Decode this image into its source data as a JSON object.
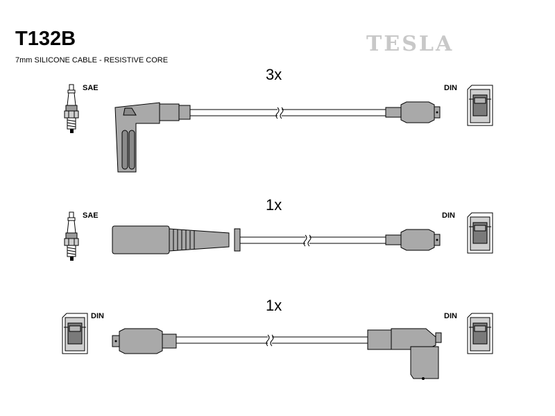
{
  "header": {
    "part_number": "T132B",
    "cable_spec": "7mm SILICONE CABLE - RESISTIVE CORE",
    "brand": "TESLA"
  },
  "leads": [
    {
      "quantity": "3x",
      "left_connector": "SAE",
      "right_connector": "DIN"
    },
    {
      "quantity": "1x",
      "left_connector": "SAE",
      "right_connector": "DIN"
    },
    {
      "quantity": "1x",
      "left_connector": "DIN",
      "right_connector": "DIN"
    }
  ],
  "colors": {
    "line": "#000000",
    "fill": "#a9a9a9",
    "dark": "#6e6e6e",
    "logo": "#c8c8c8"
  }
}
